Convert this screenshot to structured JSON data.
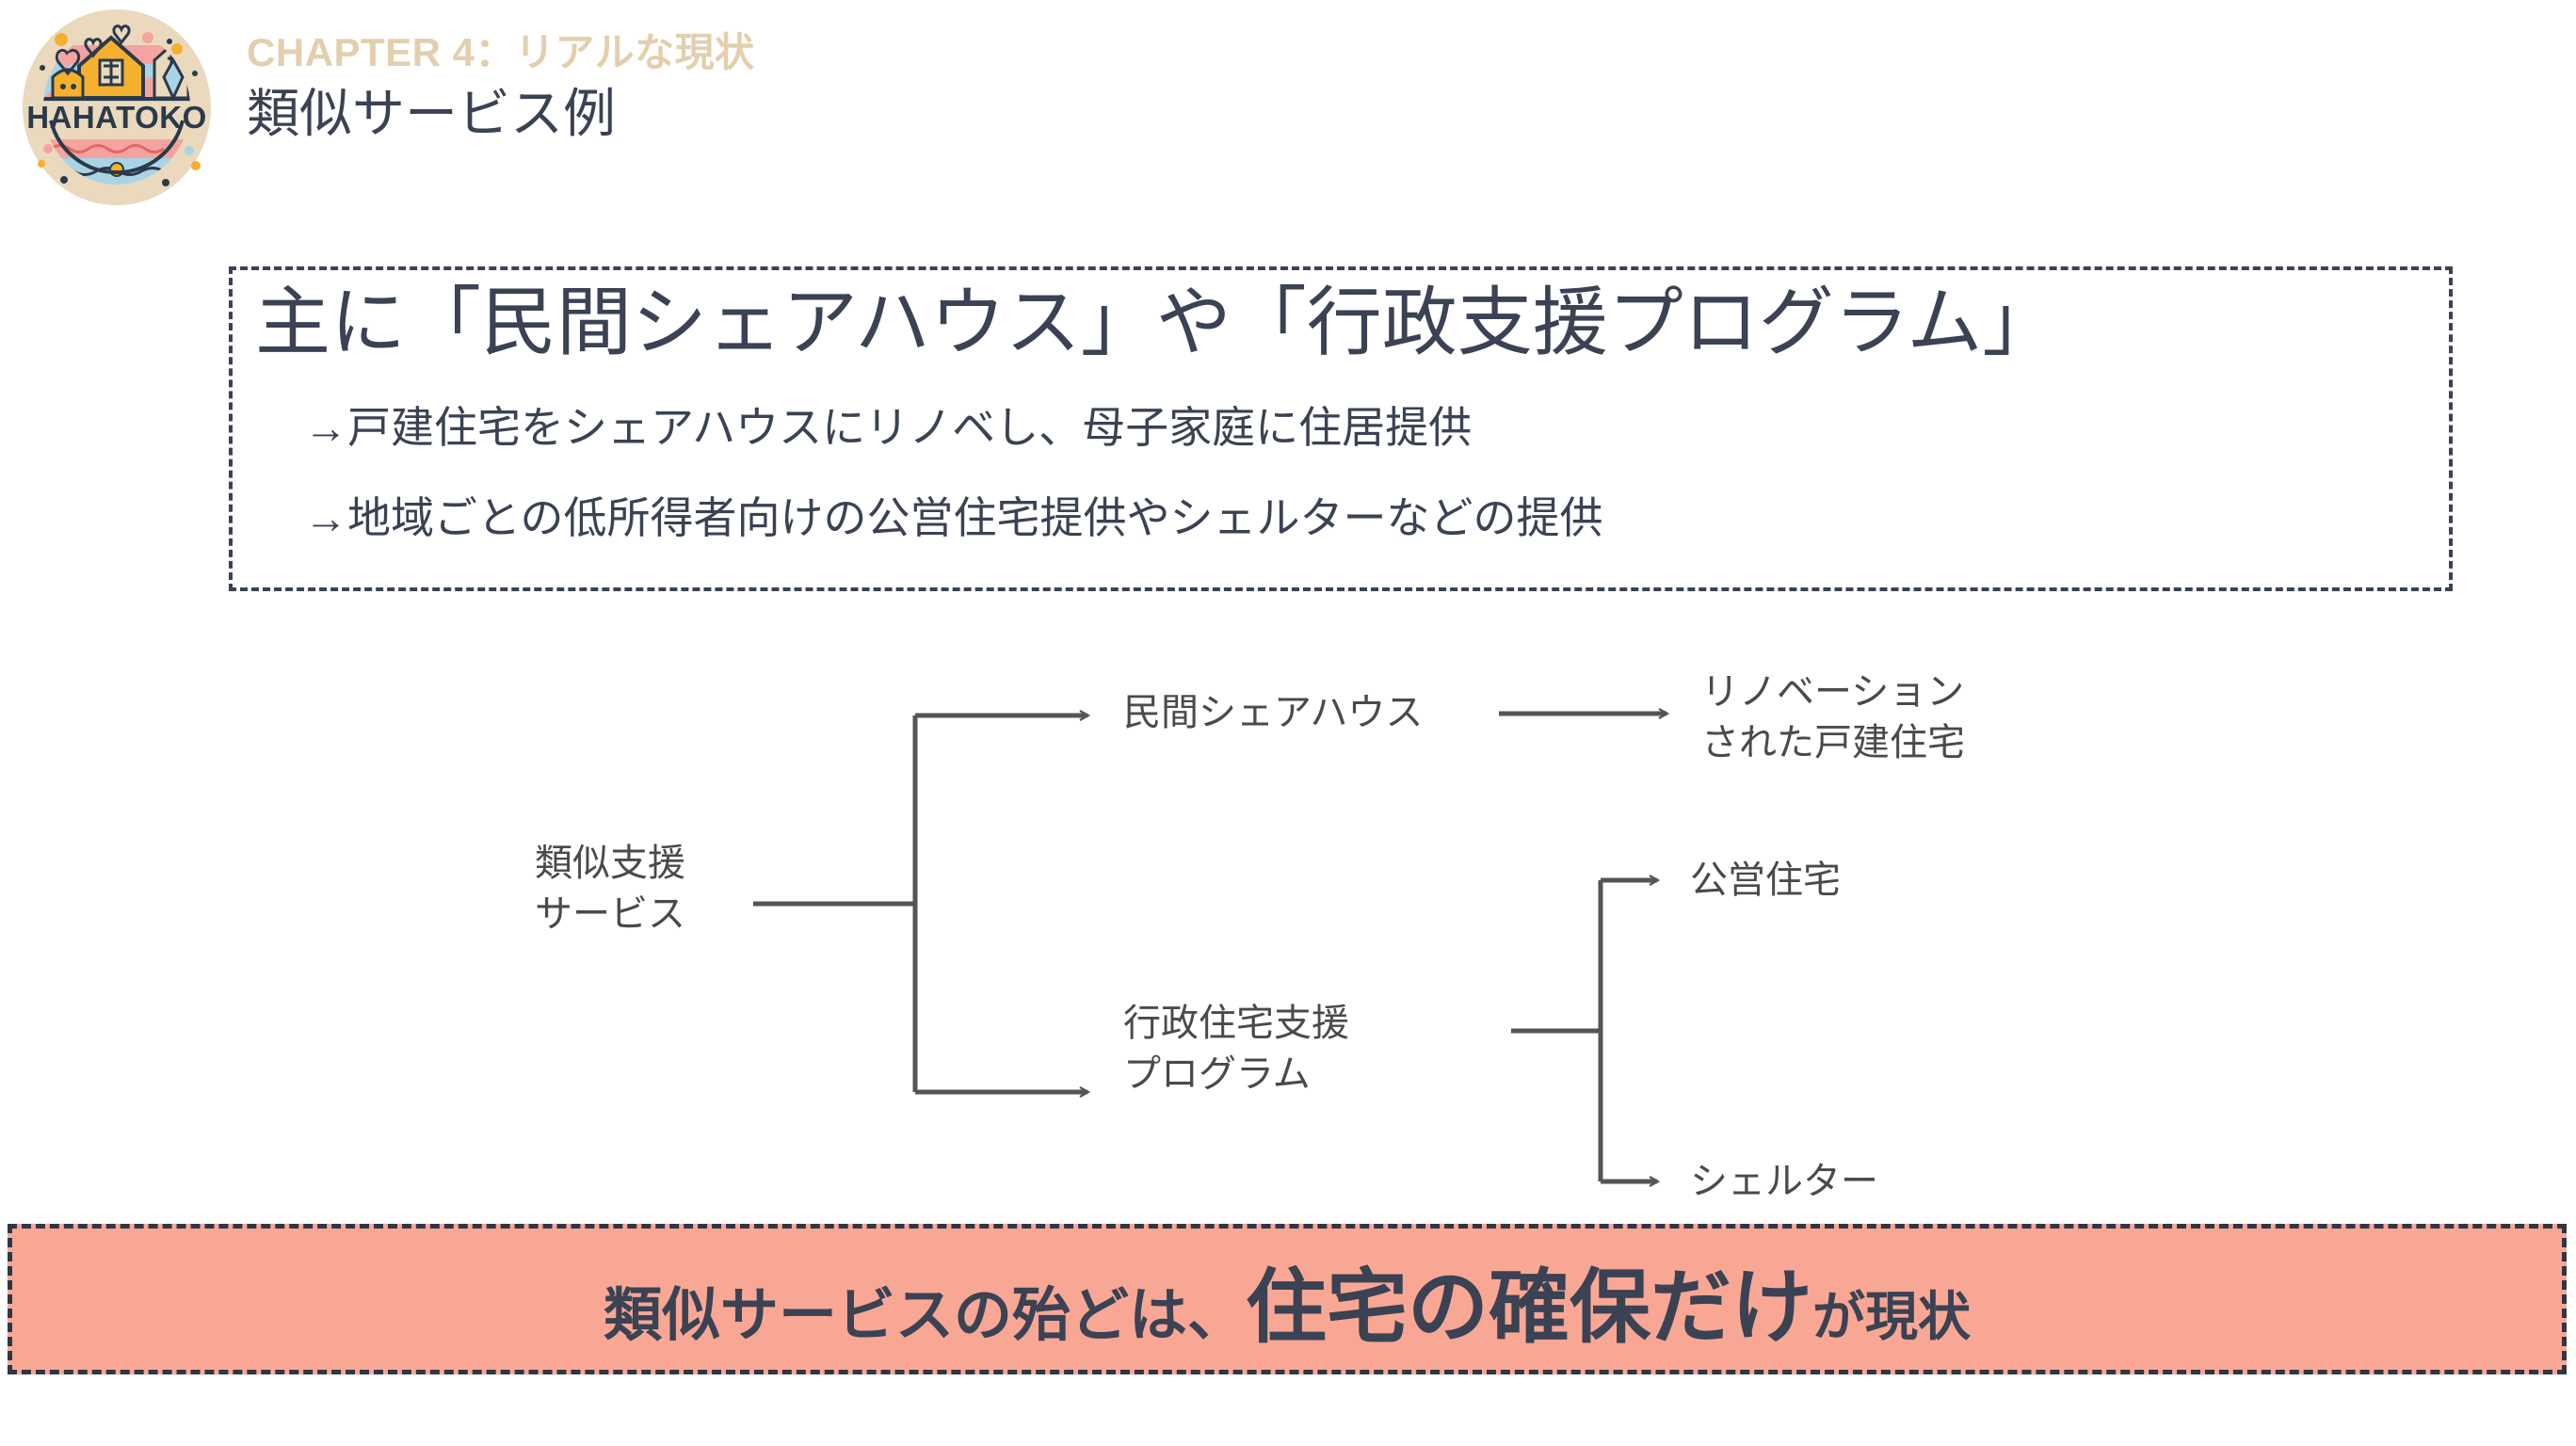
{
  "header": {
    "chapter_label": "CHAPTER 4：リアルな現状",
    "slide_title": "類似サービス例",
    "logo": {
      "wordmark": "HAHATOKO",
      "colors": {
        "badge_bg": "#ead9bd",
        "ink": "#2b3a4a",
        "house": "#f5b02e",
        "pink": "#f4a3a0",
        "sky": "#a8d4e6"
      }
    },
    "colors": {
      "chapter": "#e3cfae",
      "title": "#3a4253"
    }
  },
  "info_box": {
    "headline": "主に「民間シェアハウス」や「行政支援プログラム」",
    "lines": [
      "→戸建住宅をシェアハウスにリノベし、母子家庭に住居提供",
      "→地域ごとの低所得者向けの公営住宅提供やシェルターなどの提供"
    ],
    "border_color": "#3a4253"
  },
  "diagram": {
    "root": "類似支援\nサービス",
    "root_line1": "類似支援",
    "root_line2": "サービス",
    "branch_share_house": "民間シェアハウス",
    "branch_renovated_line1": "リノベーション",
    "branch_renovated_line2": "された戸建住宅",
    "branch_gov_line1": "行政住宅支援",
    "branch_gov_line2": "プログラム",
    "branch_public_housing": "公営住宅",
    "branch_shelter": "シェルター",
    "line_color": "#555555"
  },
  "banner": {
    "prefix": "類似サービスの殆どは、",
    "emphasis": "住宅の確保だけ",
    "suffix": "が現状",
    "background": "#f9a795",
    "border_color": "#2f3647",
    "text_color": "#3a4253"
  }
}
